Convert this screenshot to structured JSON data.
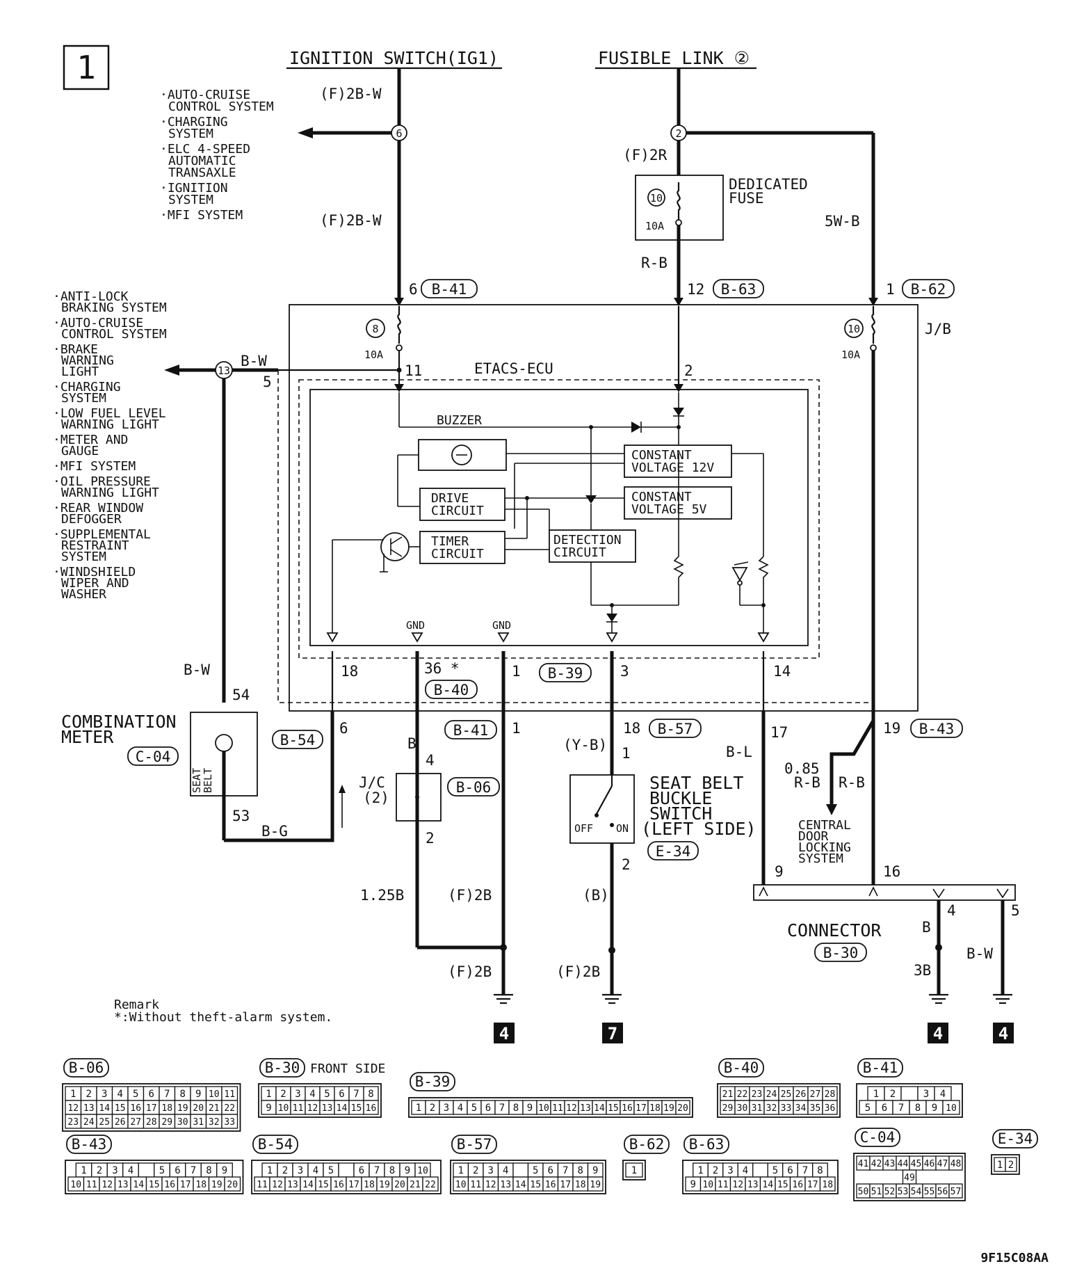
{
  "page": {
    "page_number": "1",
    "figure_code": "9F15C08AA",
    "remark_title": "Remark",
    "remark_text": "*:Without theft-alarm system."
  },
  "top": {
    "ignition_switch": "IGNITION SWITCH(IG1)",
    "fusible_link": "FUSIBLE LINK ②",
    "wire_ig_upper": "(F)2B-W",
    "wire_ig_lower": "(F)2B-W",
    "wire_fl": "(F)2R",
    "wire_rb": "R-B",
    "wire_5wb": "5W-B",
    "dedicated_fuse": [
      "DEDICATED",
      "FUSE"
    ],
    "fuse_10a": "10A"
  },
  "circles": {
    "n6": "6",
    "n2": "2",
    "n10": "10",
    "n8": "8",
    "n13": "13",
    "n10b": "10"
  },
  "left_list_top": [
    [
      "·AUTO-CRUISE",
      "CONTROL SYSTEM"
    ],
    [
      "·CHARGING",
      "SYSTEM"
    ],
    [
      "·ELC 4-SPEED",
      "AUTOMATIC",
      "TRANSAXLE"
    ],
    [
      "·IGNITION",
      "SYSTEM"
    ],
    [
      "·MFI SYSTEM"
    ]
  ],
  "left_list_mid": [
    [
      "·ANTI-LOCK",
      "BRAKING SYSTEM"
    ],
    [
      "·AUTO-CRUISE",
      "CONTROL SYSTEM"
    ],
    [
      "·BRAKE",
      "WARNING",
      "LIGHT"
    ],
    [
      "·CHARGING",
      "SYSTEM"
    ],
    [
      "·LOW FUEL LEVEL",
      "WARNING LIGHT"
    ],
    [
      "·METER AND",
      "GAUGE"
    ],
    [
      "·MFI SYSTEM"
    ],
    [
      "·OIL PRESSURE",
      "WARNING LIGHT"
    ],
    [
      "·REAR WINDOW",
      "DEFOGGER"
    ],
    [
      "·SUPPLEMENTAL",
      "RESTRAINT",
      "SYSTEM"
    ],
    [
      "·WINDSHIELD",
      "WIPER AND",
      "WASHER"
    ]
  ],
  "jb": {
    "label": "J/B",
    "pin6": "6",
    "pin6_conn": "B-41",
    "pin12": "12",
    "pin12_conn": "B-63",
    "pin1": "1",
    "pin1_conn": "B-62",
    "fuse_a": "10A",
    "fuse_b": "10A",
    "bw": "B-W",
    "pin5": "5"
  },
  "ecu": {
    "title": "ETACS-ECU",
    "pin11": "11",
    "pin2": "2",
    "buzzer": "BUZZER",
    "constant12": [
      "CONSTANT",
      "VOLTAGE 12V"
    ],
    "constant5": [
      "CONSTANT",
      "VOLTAGE 5V"
    ],
    "drive": [
      "DRIVE",
      "CIRCUIT"
    ],
    "timer": [
      "TIMER",
      "CIRCUIT"
    ],
    "detection": [
      "DETECTION",
      "CIRCUIT"
    ],
    "gnd1": "GND",
    "gnd2": "GND",
    "pin18": "18",
    "pin36": "36 *",
    "pin36_conn": "B-40",
    "pin1": "1",
    "pin1_conn": "B-39",
    "pin3": "3",
    "pin14": "14"
  },
  "lower": {
    "bw_meter": "B-W",
    "pin54": "54",
    "pin53": "53",
    "combination_meter": [
      "COMBINATION",
      "METER"
    ],
    "meter_conn": "C-04",
    "seat_belt_lamp": [
      "SEAT",
      "BELT"
    ],
    "b54_conn": "B-54",
    "b54_pin": "6",
    "bg": "B-G",
    "b41_conn": "B-41",
    "b41_pin": "1",
    "b_wire": "B",
    "jc_pin4": "4",
    "jc_pin2": "2",
    "jc_label": [
      "J/C",
      "(2)"
    ],
    "jc_conn": "B-06",
    "wire_125b": "1.25B",
    "wire_f2b_a": "(F)2B",
    "wire_f2b_b": "(F)2B",
    "pin18b": "18",
    "b57_conn": "B-57",
    "yb": "(Y-B)",
    "sw_pin1": "1",
    "sw_pin2": "2",
    "switch_name": [
      "SEAT BELT",
      "BUCKLE",
      "SWITCH",
      "(LEFT SIDE)"
    ],
    "switch_conn": "E-34",
    "off": "OFF",
    "on": "ON",
    "paren_b": "(B)",
    "wire_f2b_c": "(F)2B",
    "pin17": "17",
    "pin19": "19",
    "b43_conn": "B-43",
    "bl": "B-L",
    "wire_085": "0.85",
    "rb1": "R-B",
    "rb2": "R-B",
    "central_door": [
      "CENTRAL",
      "DOOR",
      "LOCKING",
      "SYSTEM"
    ],
    "pin9": "9",
    "pin16": "16",
    "pin4": "4",
    "pin5": "5",
    "connector": "CONNECTOR",
    "connector_conn": "B-30",
    "b_right": "B",
    "bw_right": "B-W",
    "wire_3b": "3B",
    "ground_a": "4",
    "ground_b": "7",
    "ground_c": "4",
    "ground_d": "4"
  },
  "connectors": {
    "b06": {
      "label": "B-06",
      "rows": [
        [
          "1",
          "2",
          "3",
          "4",
          "5",
          "6",
          "7",
          "8",
          "9",
          "10",
          "11"
        ],
        [
          "12",
          "13",
          "14",
          "15",
          "16",
          "17",
          "18",
          "19",
          "20",
          "21",
          "22"
        ],
        [
          "23",
          "24",
          "25",
          "26",
          "27",
          "28",
          "29",
          "30",
          "31",
          "32",
          "33"
        ]
      ]
    },
    "b30": {
      "label": "B-30",
      "note": "FRONT SIDE",
      "rows": [
        [
          "1",
          "2",
          "3",
          "4",
          "5",
          "6",
          "7",
          "8"
        ],
        [
          "9",
          "10",
          "11",
          "12",
          "13",
          "14",
          "15",
          "16"
        ]
      ]
    },
    "b39": {
      "label": "B-39",
      "rows": [
        [
          "1",
          "2",
          "3",
          "4",
          "5",
          "6",
          "7",
          "8",
          "9",
          "10",
          "11",
          "12",
          "13",
          "14",
          "15",
          "16",
          "17",
          "18",
          "19",
          "20"
        ]
      ]
    },
    "b40": {
      "label": "B-40",
      "rows": [
        [
          "21",
          "22",
          "23",
          "24",
          "25",
          "26",
          "27",
          "28"
        ],
        [
          "29",
          "30",
          "31",
          "32",
          "33",
          "34",
          "35",
          "36"
        ]
      ]
    },
    "b41": {
      "label": "B-41",
      "rows": [
        [
          "1",
          "2",
          "",
          "3",
          "4"
        ],
        [
          "5",
          "6",
          "7",
          "8",
          "9",
          "10"
        ]
      ]
    },
    "b43": {
      "label": "B-43",
      "rows": [
        [
          "1",
          "2",
          "3",
          "4",
          "",
          "5",
          "6",
          "7",
          "8",
          "9"
        ],
        [
          "10",
          "11",
          "12",
          "13",
          "14",
          "15",
          "16",
          "17",
          "18",
          "19",
          "20"
        ]
      ]
    },
    "b54": {
      "label": "B-54",
      "rows": [
        [
          "1",
          "2",
          "3",
          "4",
          "5",
          "",
          "6",
          "7",
          "8",
          "9",
          "10"
        ],
        [
          "11",
          "12",
          "13",
          "14",
          "15",
          "16",
          "17",
          "18",
          "19",
          "20",
          "21",
          "22"
        ]
      ]
    },
    "b57": {
      "label": "B-57",
      "rows": [
        [
          "1",
          "2",
          "3",
          "4",
          "",
          "5",
          "6",
          "7",
          "8",
          "9"
        ],
        [
          "10",
          "11",
          "12",
          "13",
          "14",
          "15",
          "16",
          "17",
          "18",
          "19"
        ]
      ]
    },
    "b62": {
      "label": "B-62",
      "rows": [
        [
          "1"
        ]
      ]
    },
    "b63": {
      "label": "B-63",
      "rows": [
        [
          "1",
          "2",
          "3",
          "4",
          "",
          "5",
          "6",
          "7",
          "8"
        ],
        [
          "9",
          "10",
          "11",
          "12",
          "13",
          "14",
          "15",
          "16",
          "17",
          "18"
        ]
      ]
    },
    "c04": {
      "label": "C-04",
      "rows": [
        [
          "41",
          "42",
          "43",
          "44",
          "45",
          "46",
          "47",
          "48"
        ],
        [
          "49"
        ],
        [
          "50",
          "51",
          "52",
          "53",
          "54",
          "55",
          "56",
          "57"
        ]
      ]
    },
    "e34": {
      "label": "E-34",
      "rows": [
        [
          "1",
          "2"
        ]
      ]
    }
  }
}
